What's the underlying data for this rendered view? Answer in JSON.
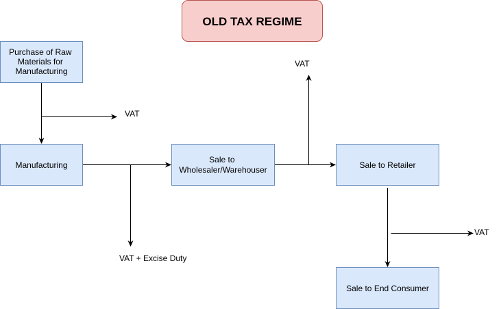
{
  "title": "OLD TAX REGIME",
  "colors": {
    "title_fill": "#f8cecc",
    "title_stroke": "#b85450",
    "node_fill": "#dae8fc",
    "node_stroke": "#6c8ebf",
    "edge": "#000000"
  },
  "nodes": {
    "raw_materials": [
      "Purchase of Raw",
      "Materials for",
      "Manufacturing"
    ],
    "manufacturing": [
      "Manufacturing"
    ],
    "wholesaler": [
      "Sale to",
      "Wholesaler/Warehouser"
    ],
    "retailer": [
      "Sale to Retailer"
    ],
    "end_consumer": [
      "Sale to End Consumer"
    ]
  },
  "edge_labels": {
    "vat_raw": "VAT",
    "vat_excise": "VAT + Excise Duty",
    "vat_wholesale": "VAT",
    "vat_retail": "VAT"
  },
  "edges": [
    {
      "from": "raw_materials",
      "to": "manufacturing"
    },
    {
      "from": "manufacturing",
      "to": "wholesaler"
    },
    {
      "from": "wholesaler",
      "to": "retailer"
    },
    {
      "from": "retailer",
      "to": "end_consumer"
    }
  ]
}
